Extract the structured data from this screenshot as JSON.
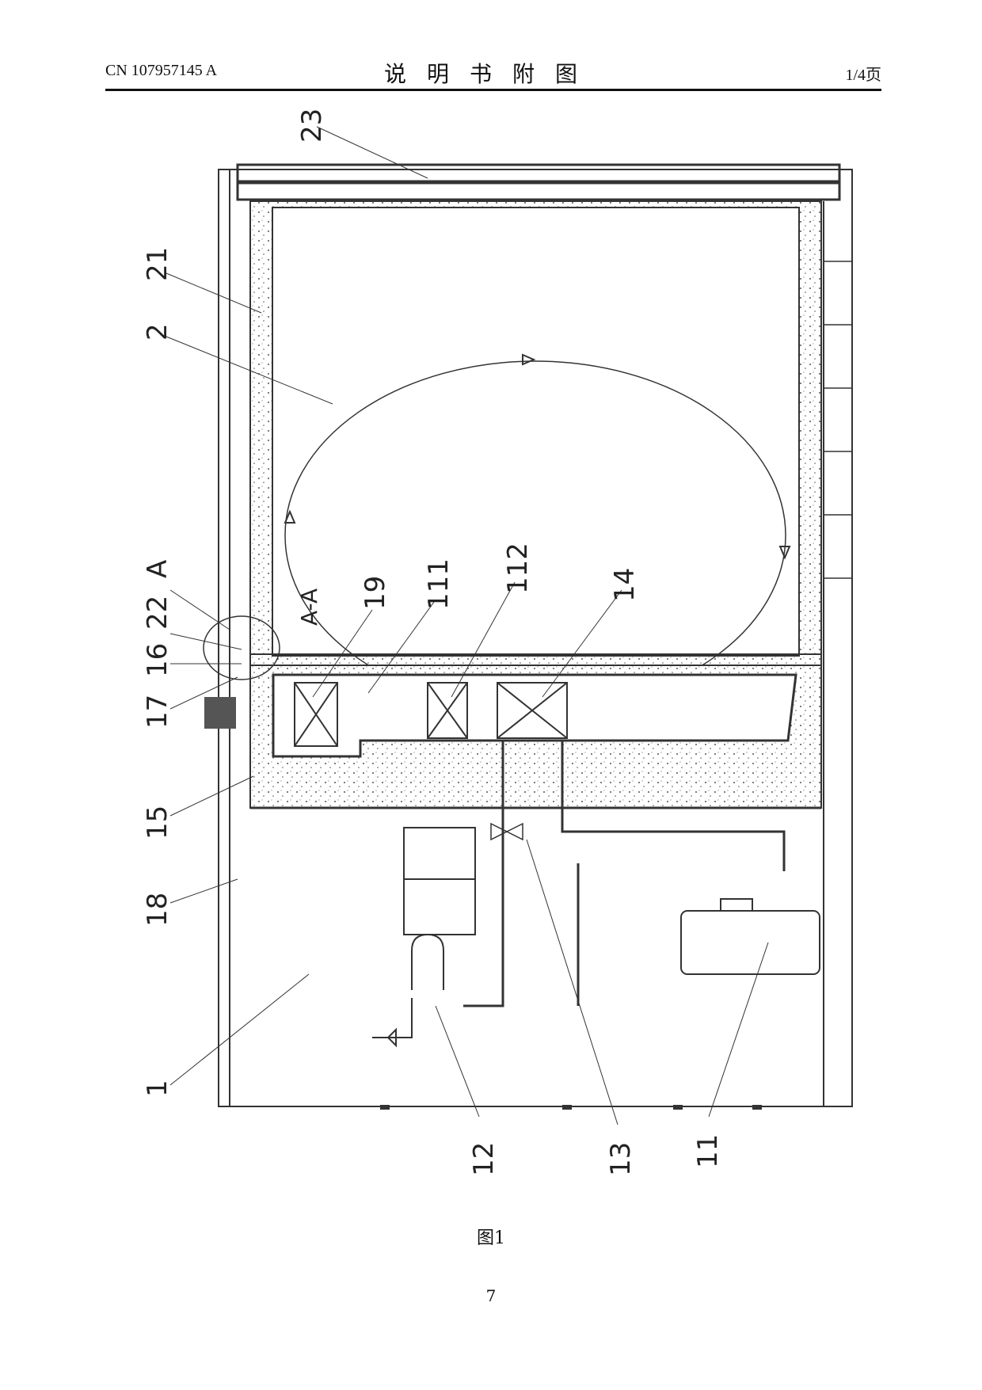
{
  "header": {
    "doc_number": "CN 107957145 A",
    "title": "说明书附图",
    "page": "1/4页"
  },
  "figure": {
    "caption": "图1",
    "labels": [
      "23",
      "21",
      "2",
      "A",
      "22",
      "16",
      "17",
      "15",
      "18",
      "1",
      "19",
      "111",
      "112",
      "14",
      "A-A",
      "12",
      "13",
      "11"
    ]
  },
  "page_number": "7"
}
